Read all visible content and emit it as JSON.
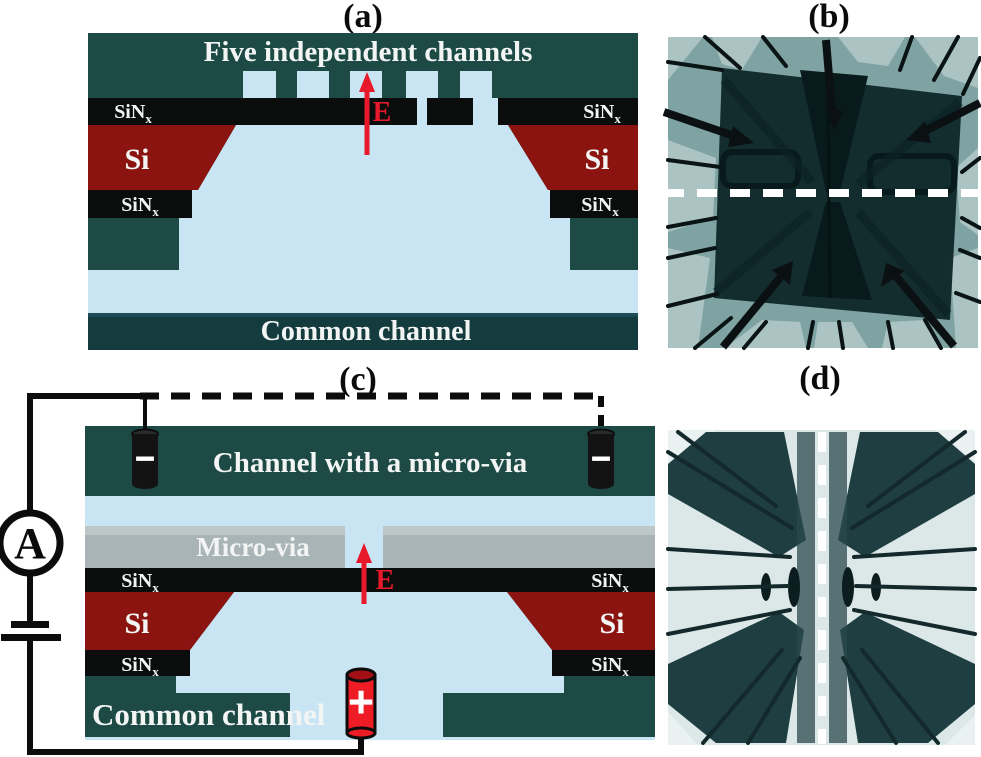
{
  "figure": {
    "panels": {
      "a": {
        "title": "(a)",
        "top_label": "Five independent channels",
        "bottom_label": "Common channel",
        "si_label": "Si",
        "nitride_main": "SiN",
        "nitride_sub": "x",
        "field_label": "E",
        "channel_count": 5
      },
      "b": {
        "title": "(b)"
      },
      "c": {
        "title": "(c)",
        "top_label": "Channel with a micro-via",
        "via_label": "Micro-via",
        "bottom_label": "Common channel",
        "si_label": "Si",
        "nitride_main": "SiN",
        "nitride_sub": "x",
        "field_label": "E",
        "ammeter_label": "A",
        "cathode_sign": "−",
        "anode_sign": "+"
      },
      "d": {
        "title": "(d)"
      }
    },
    "colors": {
      "channel_teal": "#1d4a45",
      "common_teal": "#143b3e",
      "liquid_blue": "#c9e4f3",
      "silicon_red": "#8b1410",
      "nitride_black": "#0a0d0c",
      "via_gray": "#a9b4b6",
      "via_gray_light": "#bdc7c8",
      "field_red": "#e8192b",
      "anode_red": "#ee1c25",
      "cathode_black": "#131313",
      "wire_black": "#0c0c0c",
      "label_white": "#f2f5f4",
      "micrograph_bg": "#7fa3a3",
      "micrograph_die": "#0e2628",
      "micrograph_d_bg": "#dce8e8",
      "micrograph_d_dark": "#1e3e41"
    }
  }
}
